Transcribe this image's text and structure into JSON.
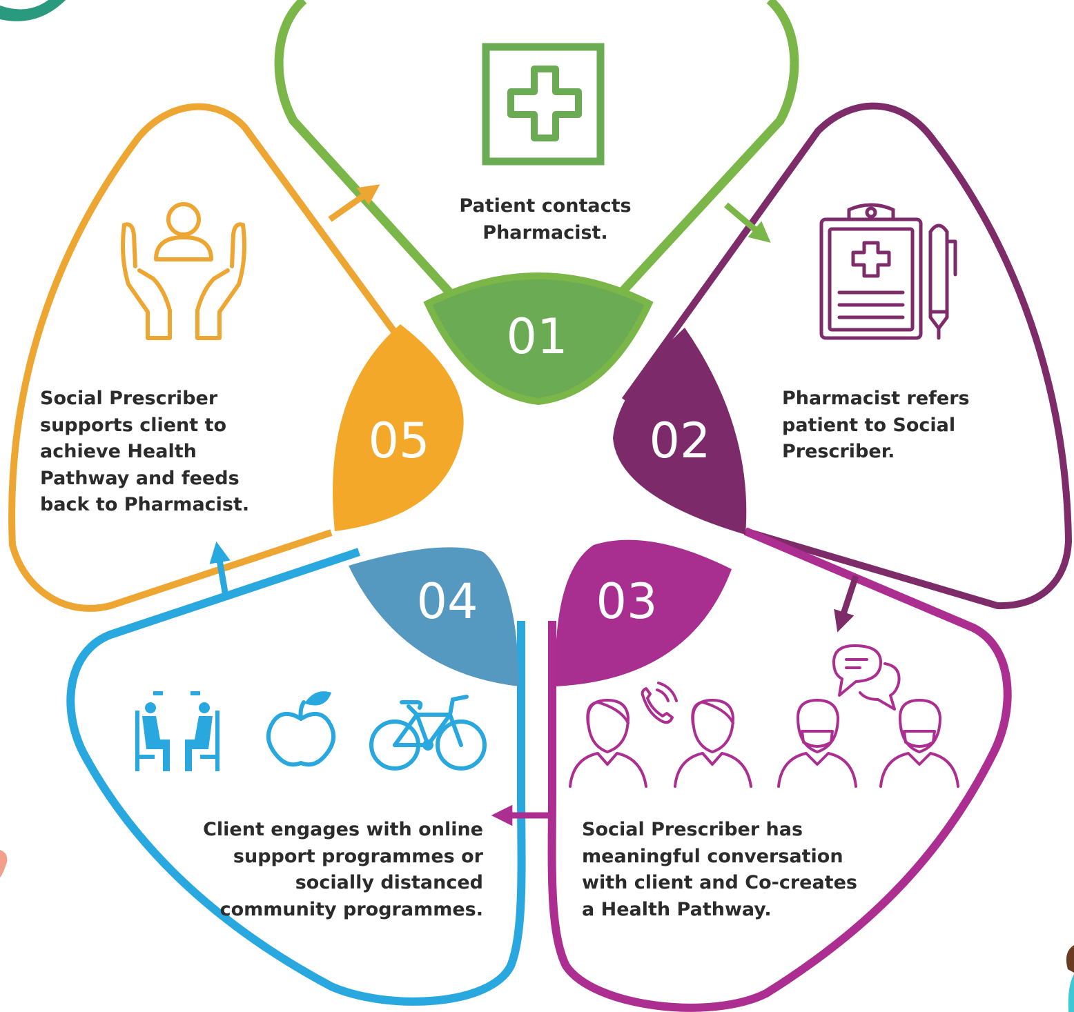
{
  "steps": [
    {
      "number": "01",
      "text": "Patient contacts Pharmacist.",
      "color": "#7ab648",
      "badge_color": "#6aab54",
      "icon": "medical-cross-icon"
    },
    {
      "number": "02",
      "text": "Pharmacist refers patient to Social Prescriber.",
      "color": "#7e2b6a",
      "badge_color": "#7d2a6a",
      "icon": "clipboard-icon"
    },
    {
      "number": "03",
      "text": "Social Prescriber has meaningful conversation with client and Co-creates a Health Pathway.",
      "color": "#ab2e90",
      "badge_color": "#a82e8f",
      "icon": "people-conversation-icon"
    },
    {
      "number": "04",
      "text": "Client engages with online support programmes or socially distanced community programmes.",
      "color": "#29a8e0",
      "badge_color": "#5598c0",
      "icon": "activities-icon"
    },
    {
      "number": "05",
      "text": "Social Prescriber supports client to achieve Health Pathway and feeds back to Pharmacist.",
      "color": "#eea633",
      "badge_color": "#f3a829",
      "icon": "hands-care-icon"
    }
  ]
}
